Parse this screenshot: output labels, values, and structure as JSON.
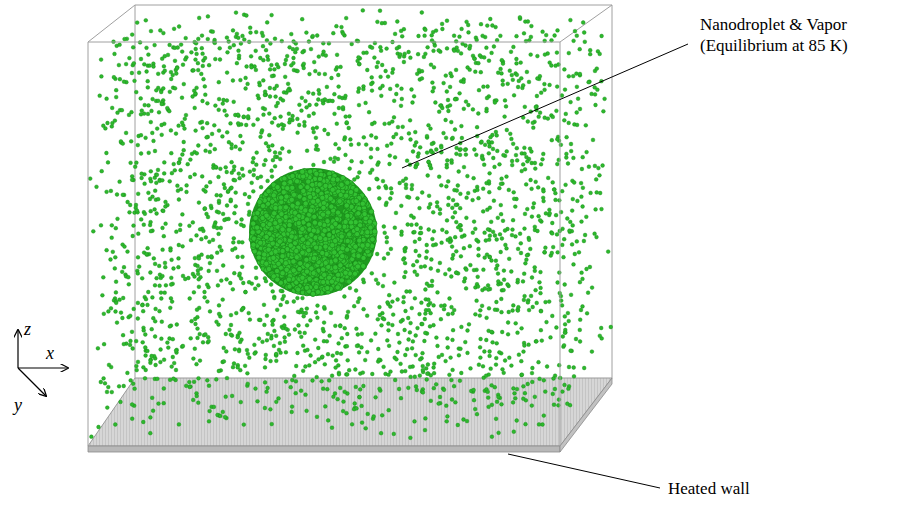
{
  "diagram": {
    "labels": [
      "Nanodroplet & Vapor (Equilibrium at 85 K)",
      "Heated wall",
      "z",
      "x",
      "y"
    ]
  }
}
